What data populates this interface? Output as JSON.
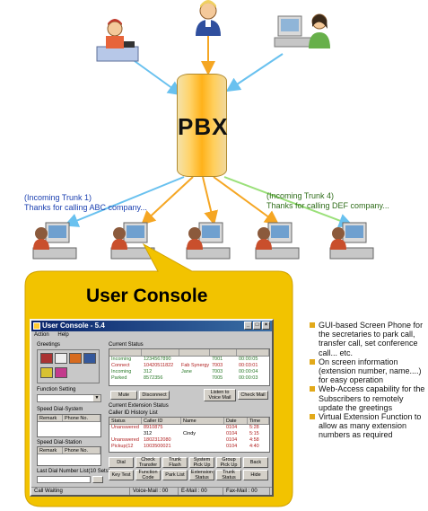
{
  "pbx": {
    "label": "PBX"
  },
  "trunks": [
    {
      "line1": "(Incoming Trunk 1)",
      "line2": "Thanks for calling ABC company..."
    },
    {
      "line1": "(Incoming Trunk 4)",
      "line2": "Thanks for calling DEF company..."
    }
  ],
  "console": {
    "heading": "User Console",
    "window_title": "User Console - 5.4",
    "menu": [
      "Action",
      "Help"
    ],
    "greetings_label": "Greetings",
    "function_setting_label": "Function Setting",
    "speed_dial_system_label": "Speed Dial-System",
    "speed_dial_station_label": "Speed Dial-Station",
    "speed_dial_columns": [
      "Remark",
      "Phone No."
    ],
    "last_dial_label": "Last Dial Number List(10 Sets)",
    "current_status_label": "Current Status",
    "current_status_rows": [
      {
        "c1": "Incoming",
        "c2": "1234567890",
        "c3": "",
        "c4": "7001",
        "c5": "00:00:05"
      },
      {
        "c1": "Connect",
        "c2": "10420511822",
        "c3": "Fab Synergy",
        "c4": "7003",
        "c5": "00:03:01"
      },
      {
        "c1": "Incoming",
        "c2": "312",
        "c3": "Jane",
        "c4": "7003",
        "c5": "00:00:04"
      },
      {
        "c1": "Parked",
        "c2": "8572356",
        "c3": "",
        "c4": "7005",
        "c5": "00:00:03"
      }
    ],
    "status_buttons": [
      "Mute",
      "Disconnect",
      "Listen to Voice Mail",
      "Check Mail"
    ],
    "extension_status_label": "Current Extension Status",
    "caller_id_label": "Caller ID History List",
    "caller_columns": [
      "Status",
      "Caller ID",
      "Name",
      "Date",
      "Time"
    ],
    "caller_rows": [
      {
        "status": "Unanswered",
        "caller": "8910875",
        "name": "",
        "date": "0104",
        "time": "5:28"
      },
      {
        "status": "",
        "caller": "312",
        "name": "Cindy",
        "date": "0104",
        "time": "5:15"
      },
      {
        "status": "Unanswered",
        "caller": "1802312080",
        "name": "",
        "date": "0104",
        "time": "4:58"
      },
      {
        "status": "Pickup(12",
        "caller": "1003500021",
        "name": "",
        "date": "0104",
        "time": "4:40"
      }
    ],
    "action_buttons_row1": [
      "Dial",
      "Check Transfer",
      "Trunk Flash",
      "System Pick Up",
      "Group Pick Up",
      "Back"
    ],
    "action_buttons_row2": [
      "Key Test",
      "Function Code",
      "Park List",
      "Extension Status",
      "Trunk Status",
      "Hide"
    ],
    "statusbar": [
      "Call Waiting",
      "Voice-Mail : 00",
      "E-Mail : 00",
      "Fax-Mail : 00"
    ]
  },
  "features": [
    "GUI-based Screen Phone for the secretaries to park call, transfer call, set conference call... etc.",
    "On screen information (extension number, name....) for easy operation",
    "Web-Access capability for the Subscribers to remotely update the greetings",
    "Virtual Extension Function to allow as many extension numbers as required"
  ],
  "colors": {
    "bubble": "#f2c300",
    "line_orange": "#f5a623",
    "line_blue": "#69c1ef",
    "line_green": "#9be07a",
    "trunk1_text": "#1a3fb0",
    "trunk4_text": "#2f6d1a",
    "bullet": "#e2a91a"
  }
}
